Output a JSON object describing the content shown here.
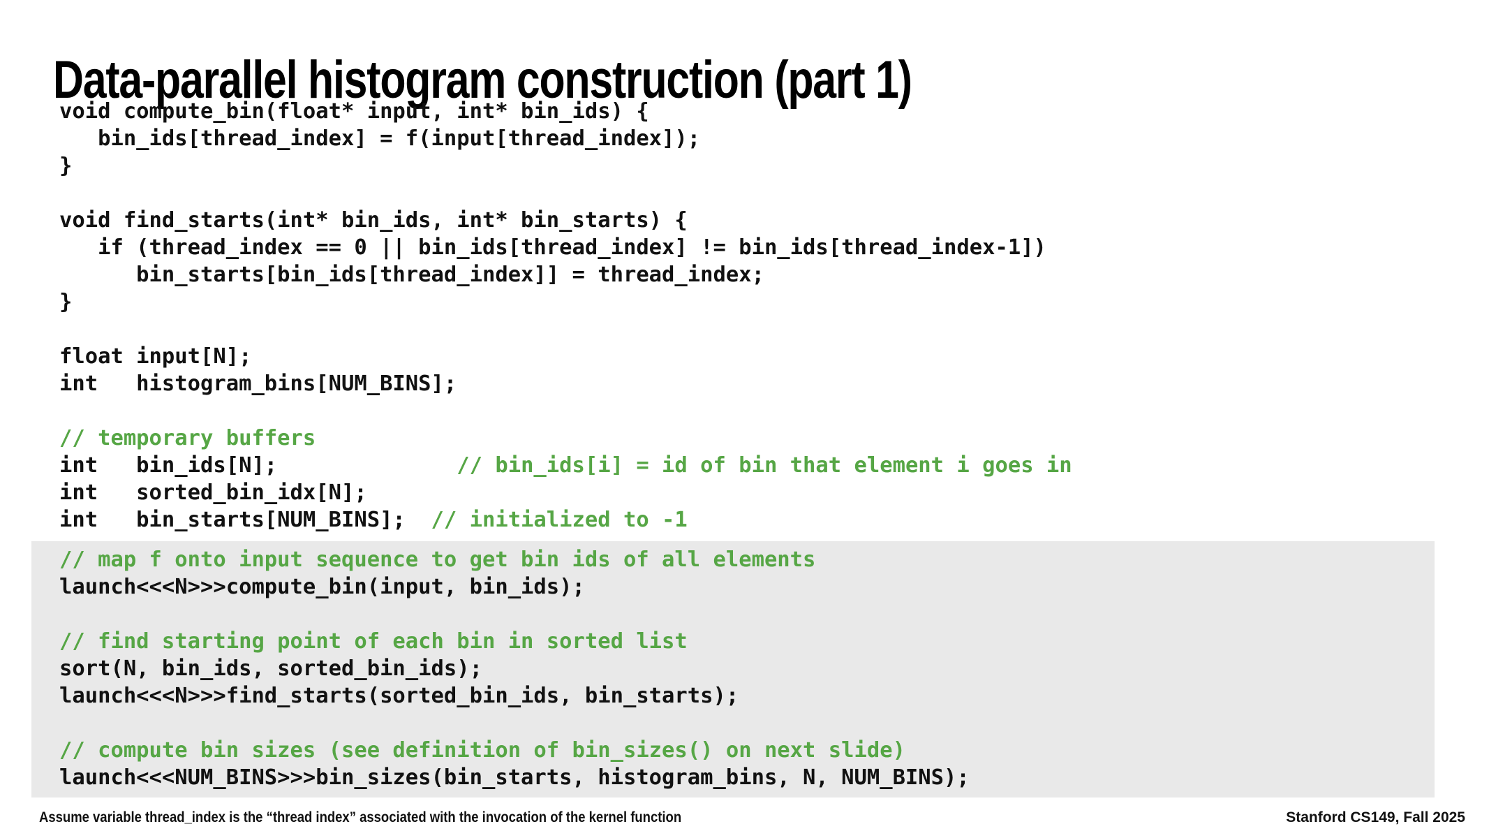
{
  "slide": {
    "title": "Data-parallel histogram construction (part 1)",
    "background_color": "#ffffff",
    "text_color": "#111111",
    "comment_color": "#56a645",
    "highlight_color": "#e9e9e9"
  },
  "code": {
    "top_lines": [
      {
        "id": "l1",
        "text": "void compute_bin(float* input, int* bin_ids) {",
        "kind": "code"
      },
      {
        "id": "l2",
        "text": "   bin_ids[thread_index] = f(input[thread_index]);",
        "kind": "code"
      },
      {
        "id": "l3",
        "text": "}",
        "kind": "code"
      },
      {
        "id": "l4",
        "text": "",
        "kind": "blank"
      },
      {
        "id": "l5",
        "text": "void find_starts(int* bin_ids, int* bin_starts) {",
        "kind": "code"
      },
      {
        "id": "l6",
        "text": "   if (thread_index == 0 || bin_ids[thread_index] != bin_ids[thread_index-1])",
        "kind": "code"
      },
      {
        "id": "l7",
        "text": "      bin_starts[bin_ids[thread_index]] = thread_index;",
        "kind": "code"
      },
      {
        "id": "l8",
        "text": "}",
        "kind": "code"
      },
      {
        "id": "l9",
        "text": "",
        "kind": "blank"
      },
      {
        "id": "l10",
        "text": "float input[N];",
        "kind": "code"
      },
      {
        "id": "l11",
        "text": "int   histogram_bins[NUM_BINS];",
        "kind": "code"
      },
      {
        "id": "l12",
        "text": "",
        "kind": "blank"
      },
      {
        "id": "l13",
        "text": "// temporary buffers",
        "kind": "comment"
      },
      {
        "id": "l14",
        "code": "int   bin_ids[N];              ",
        "comment": "// bin_ids[i] = id of bin that element i goes in",
        "kind": "mixed"
      },
      {
        "id": "l15",
        "text": "int   sorted_bin_idx[N];",
        "kind": "code"
      },
      {
        "id": "l16",
        "code": "int   bin_starts[NUM_BINS];  ",
        "comment": "// initialized to -1",
        "kind": "mixed"
      }
    ],
    "panel_lines": [
      {
        "id": "p1",
        "text": "// map f onto input sequence to get bin ids of all elements",
        "kind": "comment"
      },
      {
        "id": "p2",
        "text": "launch<<<N>>>compute_bin(input, bin_ids);",
        "kind": "code"
      },
      {
        "id": "p3",
        "text": "",
        "kind": "blank"
      },
      {
        "id": "p4",
        "text": "// find starting point of each bin in sorted list",
        "kind": "comment"
      },
      {
        "id": "p5",
        "text": "sort(N, bin_ids, sorted_bin_ids);",
        "kind": "code"
      },
      {
        "id": "p6",
        "text": "launch<<<N>>>find_starts(sorted_bin_ids, bin_starts);",
        "kind": "code"
      },
      {
        "id": "p7",
        "text": "",
        "kind": "blank"
      },
      {
        "id": "p8",
        "text": "// compute bin sizes (see definition of bin_sizes() on next slide)",
        "kind": "comment"
      },
      {
        "id": "p9",
        "text": "launch<<<NUM_BINS>>>bin_sizes(bin_starts, histogram_bins, N, NUM_BINS);",
        "kind": "code"
      }
    ]
  },
  "footer": {
    "note": "Assume variable thread_index is the “thread index” associated with the invocation of the kernel function",
    "brand": "Stanford CS149, Fall 2025"
  }
}
